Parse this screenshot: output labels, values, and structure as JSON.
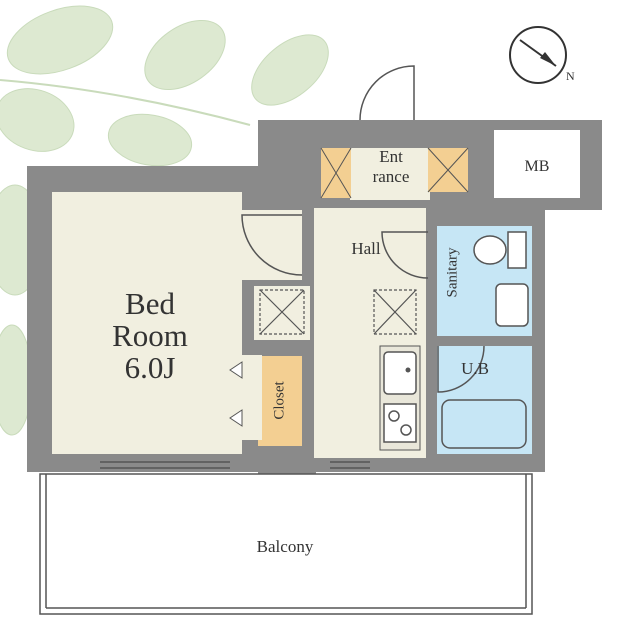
{
  "rooms": {
    "bedroom": {
      "name_line1": "Bed",
      "name_line2": "Room",
      "size": "6.0J"
    },
    "entrance": {
      "line1": "Ent",
      "line2": "rance"
    },
    "hall": "Hall",
    "mb": "MB",
    "sanitary": "Sanitary",
    "ub": "U.B",
    "closet": "Closet",
    "balcony": "Balcony"
  },
  "colors": {
    "wall": "#8a8a8a",
    "floor": "#f1efe0",
    "wet_area": "#c6e6f5",
    "storage": "#f3cf92",
    "leaf": "#dbe8cf",
    "line": "#555555"
  },
  "icons": [
    "compass-icon",
    "sink-icon",
    "stove-icon",
    "toilet-icon",
    "bathtub-icon",
    "washbasin-icon",
    "leaf-decoration-icon"
  ]
}
